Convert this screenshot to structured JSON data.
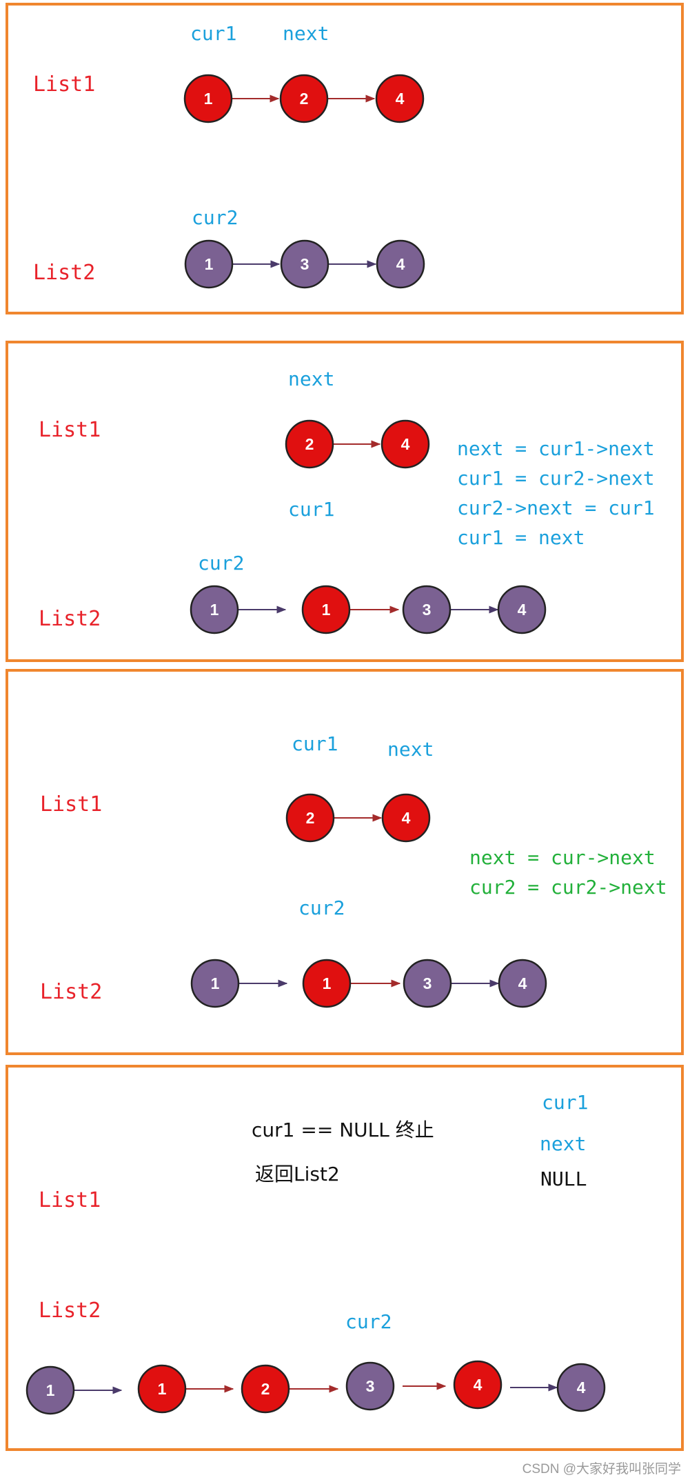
{
  "colors": {
    "frame": "#f0862e",
    "pointer": "#1aa0dc",
    "list_label": "#e8222a",
    "code_blue": "#1aa0dc",
    "code_green": "#22b03a",
    "red_node": "#e01010",
    "purple_node": "#7b6192",
    "red_arrow": "#a32b2b",
    "purple_arrow": "#4a3a6a",
    "black": "#111111",
    "watermark": "#9a9a9a"
  },
  "panels": [
    {
      "list1_label": "List1",
      "list2_label": "List2",
      "pointers": [
        "cur1",
        "next",
        "cur2"
      ],
      "list1_nodes": [
        "1",
        "2",
        "4"
      ],
      "list2_nodes": [
        "1",
        "3",
        "4"
      ],
      "code": []
    },
    {
      "list1_label": "List1",
      "list2_label": "List2",
      "pointers": [
        "next",
        "cur1",
        "cur2"
      ],
      "list1_nodes": [
        "2",
        "4"
      ],
      "list2_nodes": [
        "1",
        "1",
        "3",
        "4"
      ],
      "code": [
        "next = cur1->next",
        "cur1 = cur2->next",
        "cur2->next = cur1",
        "cur1 = next"
      ]
    },
    {
      "list1_label": "List1",
      "list2_label": "List2",
      "pointers": [
        "cur1",
        "next",
        "cur2"
      ],
      "list1_nodes": [
        "2",
        "4"
      ],
      "list2_nodes": [
        "1",
        "1",
        "3",
        "4"
      ],
      "code": [
        "next = cur->next",
        "cur2 = cur2->next"
      ]
    },
    {
      "list1_label": "List1",
      "list2_label": "List2",
      "pointers": [
        "cur1",
        "next",
        "cur2"
      ],
      "null_label": "NULL",
      "notes": [
        "cur1 == NULL 终止",
        "返回List2"
      ],
      "list2_nodes": [
        "1",
        "1",
        "2",
        "3",
        "4",
        "4"
      ],
      "code": []
    }
  ],
  "watermark": "CSDN @大家好我叫张同学"
}
